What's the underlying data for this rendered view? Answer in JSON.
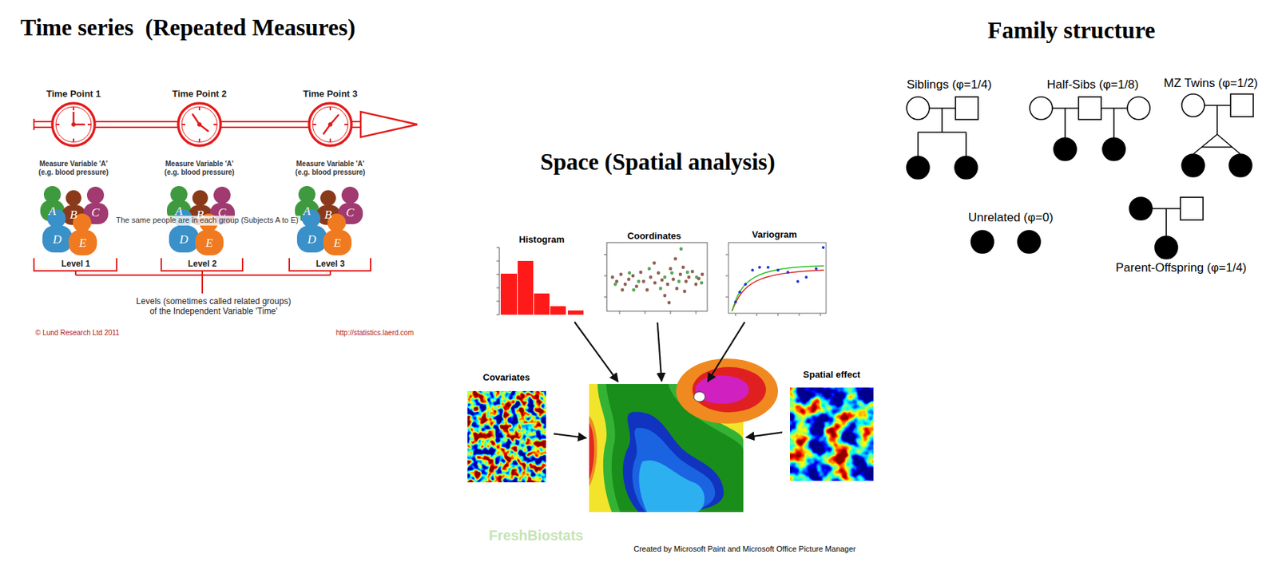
{
  "diagram": {
    "nodes": [
      {
        "text": [
          "Histogram"
        ]
      },
      {
        "text": [
          "Coordinates"
        ]
      },
      {
        "text": [
          "Variogram"
        ]
      },
      {
        "text": [
          "Covariates"
        ]
      },
      {
        "text": []
      },
      {
        "text": [
          "Spatial effect"
        ]
      }
    ],
    "edges": [
      {
        "from": 0,
        "to": 4,
        "arrow": "to"
      },
      {
        "from": 1,
        "to": 4,
        "arrow": "to"
      },
      {
        "from": 2,
        "to": 4,
        "arrow": "to"
      },
      {
        "from": 3,
        "to": 4,
        "arrow": "to"
      },
      {
        "from": 5,
        "to": 4,
        "arrow": "to"
      }
    ],
    "labels": [
      "Time series  (Repeated Measures)",
      "Time Point 1",
      "Time Point 2",
      "Time Point 3",
      "Measure Variable 'A' (e.g. blood pressure)",
      "Measure Variable 'A' (e.g. blood pressure)",
      "Measure Variable 'A' (e.g. blood pressure)",
      "A",
      "B",
      "C",
      "D",
      "E",
      "A",
      "B",
      "C",
      "D",
      "E",
      "A",
      "B",
      "C",
      "D",
      "E",
      "The same people are in each group (Subjects A to E)",
      "Level 1",
      "Level 2",
      "Level 3",
      "Levels (sometimes called related groups) of the Independent Variable 'Time'",
      "© Lund Research Ltd 2011",
      "http://statistics.laerd.com",
      "Space (Spatial analysis)",
      "FreshBiostats",
      "Created by Microsoft Paint and Microsoft Office Picture Manager",
      "Family structure",
      "Siblings (φ=1/4)",
      "Half-Sibs (φ=1/8)",
      "MZ Twins (φ=1/2)",
      "Unrelated (φ=0)",
      "Parent-Offspring (φ=1/4)"
    ]
  }
}
